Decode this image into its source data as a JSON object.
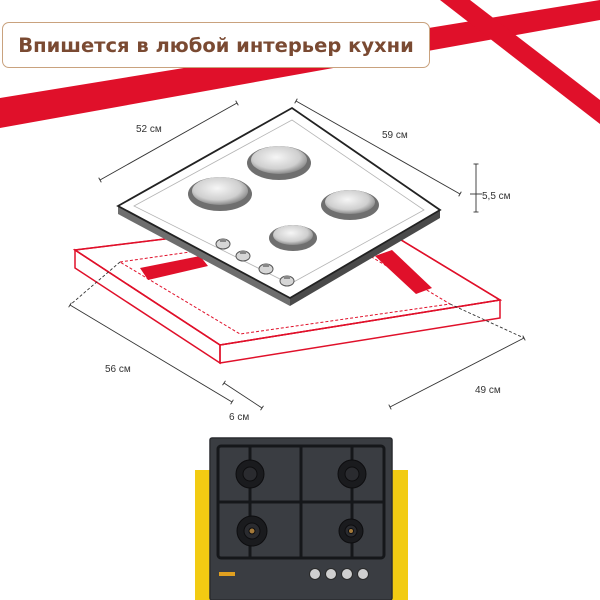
{
  "banner": {
    "title": "Впишется в любой интерьер кухни",
    "accent_color": "#e0102a"
  },
  "dimensions": {
    "hob_depth": "52 см",
    "hob_width": "59 см",
    "hob_height": "5,5 см",
    "cutout_depth": "56 см",
    "cutout_width": "49 см",
    "edge_offset": "6 см"
  },
  "colors": {
    "outline_red": "#e0102a",
    "photo_glass": "#3a3d42",
    "photo_backdrop": "#f2cb12",
    "line": "#333333"
  }
}
